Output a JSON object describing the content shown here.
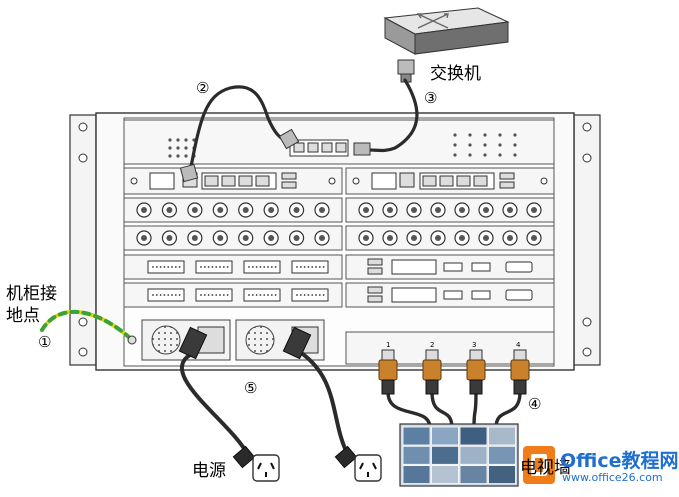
{
  "labels": {
    "switch": "交换机",
    "ground_line1": "机柜接",
    "ground_line2": "地点",
    "power": "电源",
    "tv_wall": "电视墙"
  },
  "callouts": {
    "c1": "①",
    "c2": "②",
    "c3": "③",
    "c4": "④",
    "c5": "⑤"
  },
  "output_port_numbers": [
    "1",
    "2",
    "3",
    "4"
  ],
  "watermark": {
    "main": "Office教程网",
    "sub": "www.office26.com"
  },
  "colors": {
    "chassis_stroke": "#333333",
    "cable": "#2b2b2b",
    "ground_wire_yellow": "#e8d400",
    "ground_wire_green": "#3aa23a",
    "hdmi_connector": "#c9822b",
    "watermark_blue": "#1f6fd0",
    "watermark_orange": "#f07c1a"
  }
}
